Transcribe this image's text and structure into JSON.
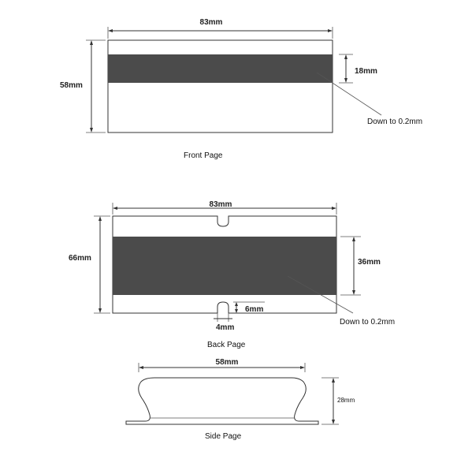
{
  "front": {
    "width_label": "83mm",
    "height_label": "58mm",
    "band_label": "18mm",
    "note": "Down to 0.2mm",
    "caption": "Front Page"
  },
  "back": {
    "width_label": "83mm",
    "height_label": "66mm",
    "band_label": "36mm",
    "notch_height_label": "6mm",
    "notch_width_label": "4mm",
    "note": "Down to 0.2mm",
    "caption": "Back Page"
  },
  "side": {
    "width_label": "58mm",
    "height_label": "28mm",
    "caption": "Side Page"
  },
  "colors": {
    "band": "#4b4b4b",
    "outline": "#333333"
  }
}
